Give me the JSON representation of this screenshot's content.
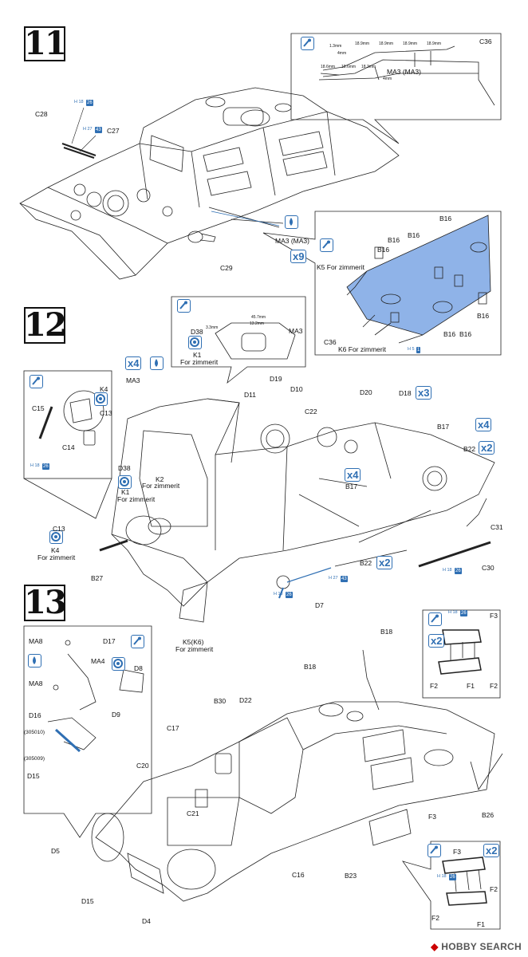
{
  "steps": {
    "s11": "11",
    "s12": "12",
    "s13": "13"
  },
  "labels": {
    "C36_a": "C36",
    "MA3_MA3_a": "MA3 (MA3)",
    "C28": "C28",
    "C27": "C27",
    "C29": "C29",
    "MA3_MA3_b": "MA3 (MA3)",
    "B16_1": "B16",
    "B16_2": "B16",
    "B16_3": "B16",
    "B16_4": "B16",
    "B16_5": "B16",
    "B16_6": "B16",
    "B16_7": "B16",
    "K5_for": "K5 For zimmerit",
    "C36_b": "C36",
    "K6_for": "K6 For zimmerit",
    "D38_inset": "D38",
    "MA3_inset": "MA3",
    "K1_inset": "K1",
    "for_zim_inset": "For zimmerit",
    "MA3_12": "MA3",
    "C15": "C15",
    "K4_a": "K4",
    "C13_a": "C13",
    "C14": "C14",
    "D11": "D11",
    "D19": "D19",
    "D10": "D10",
    "C22": "C22",
    "D20": "D20",
    "D18": "D18",
    "B17_a": "B17",
    "B22_a": "B22",
    "D38_12": "D38",
    "K1_12": "K1",
    "for_zim_k1": "For zimmerit",
    "K2": "K2",
    "for_zim_k2": "For zimmerit",
    "B17_b": "B17",
    "C31": "C31",
    "C13_b": "C13",
    "K4_b": "K4",
    "for_zim_k4": "For zimmerit",
    "B22_b": "B22",
    "C30": "C30",
    "B27": "B27",
    "D7": "D7",
    "K5K6": "K5(K6)",
    "for_zim_k5": "For zimmerit",
    "MA8_a": "MA8",
    "D17": "D17",
    "MA4": "MA4",
    "D8": "D8",
    "MA8_b": "MA8",
    "D9": "D9",
    "D16": "D16",
    "p305010": "(305010)",
    "p305009": "(305009)",
    "D15_a": "D15",
    "B18_a": "B18",
    "F3_a": "F3",
    "F2_a": "F2",
    "F1_a": "F1",
    "F2_b": "F2",
    "B18_b": "B18",
    "D22": "D22",
    "B30": "B30",
    "C17": "C17",
    "C20": "C20",
    "C21": "C21",
    "F3_b": "F3",
    "B26": "B26",
    "D5": "D5",
    "D15_b": "D15",
    "D4": "D4",
    "C16": "C16",
    "B23": "B23",
    "F3_c": "F3",
    "F2_c": "F2",
    "F2_d": "F2",
    "F1_b": "F1"
  },
  "dimensions": {
    "d1": "1.3mm",
    "d2": "18.9mm",
    "d3": "18.9mm",
    "d4": "18.9mm",
    "d5": "18.9mm",
    "d6": "18.6mm",
    "d7": "18.6mm",
    "d8": "18.3mm",
    "d9": "4mm",
    "d10": "4mm",
    "d11": "45.7mm",
    "d12": "13.2mm",
    "d13": "3.3mm"
  },
  "multipliers": {
    "x9": "x9",
    "x4_a": "x4",
    "x3": "x3",
    "x4_b": "x4",
    "x2_a": "x2",
    "x4_c": "x4",
    "x2_b": "x2",
    "x2_c": "x2",
    "x2_d": "x2"
  },
  "runner_tags": {
    "h18_26_a": "H 18",
    "h18_26_a_n": "26",
    "h27_43": "H 27",
    "h27_43_n": "43",
    "h5_1": "H 5",
    "h5_1_n": "1",
    "h18_26_b": "H 18",
    "h18_26_b_n": "26",
    "h18_26_c": "H 18",
    "h18_26_c_n": "26",
    "h27_43_b": "H 27",
    "h27_43_b_n": "43",
    "h18_26_d": "H 18",
    "h18_26_d_n": "26",
    "h18_26_e": "H 18",
    "h18_26_e_n": "26",
    "h18_26_f": "H 18",
    "h18_26_f_n": "26"
  },
  "icons": [
    "glue-brush-icon",
    "cement-drop-icon",
    "position-marker-icon"
  ],
  "colors": {
    "accent_blue": "#2f6fb3",
    "highlight_blue": "#8fb3e8",
    "line": "#222222"
  },
  "footer": {
    "brand": "HOBBY SEARCH"
  }
}
